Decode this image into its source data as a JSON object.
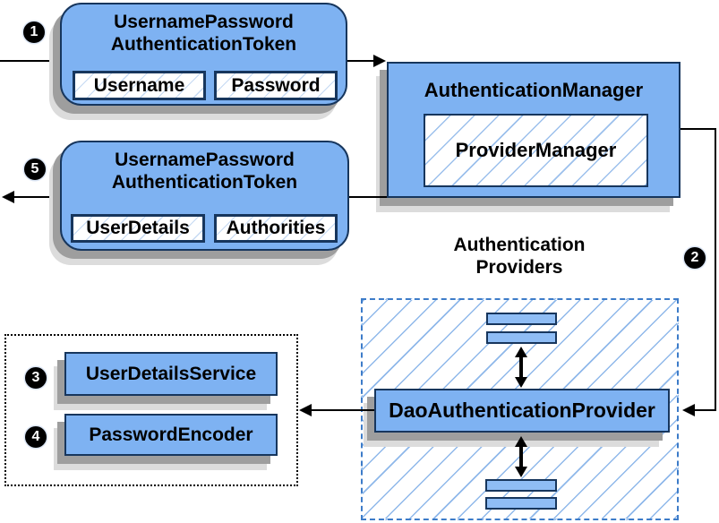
{
  "diagram": {
    "badges": {
      "one": "1",
      "two": "2",
      "three": "3",
      "four": "4",
      "five": "5"
    },
    "request_token": {
      "title_line1": "UsernamePassword",
      "title_line2": "AuthenticationToken",
      "field_1": "Username",
      "field_2": "Password"
    },
    "authentication_manager": {
      "title": "AuthenticationManager",
      "inner_label": "ProviderManager"
    },
    "response_token": {
      "title_line1": "UsernamePassword",
      "title_line2": "AuthenticationToken",
      "field_1": "UserDetails",
      "field_2": "Authorities"
    },
    "providers_group": {
      "label_line1": "Authentication",
      "label_line2": "Providers",
      "dao_label": "DaoAuthenticationProvider"
    },
    "services": {
      "user_details_service": "UserDetailsService",
      "password_encoder": "PasswordEncoder"
    },
    "colors": {
      "node_fill": "#7eb2f2",
      "bar_fill": "#8fbdf5",
      "node_border": "#17365d",
      "hatch_line": "#9cc0ec",
      "dashed_border": "#3d7cc9",
      "shadow_dark": "#9e9e9e",
      "shadow_light": "#dcdcdc",
      "line": "#000000"
    }
  }
}
